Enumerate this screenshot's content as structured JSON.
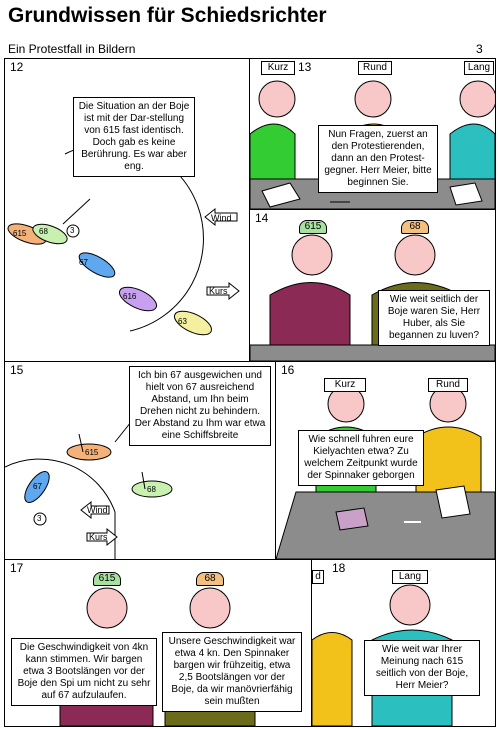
{
  "header": {
    "title": "Grundwissen für Schiedsrichter",
    "subtitle": "Ein Protestfall in Bildern",
    "page_number": "3"
  },
  "panels": {
    "p12": {
      "number": "12",
      "bubble": "Die Situation an der Boje ist mit der Dar-stellung von 615 fast identisch. Doch gab es keine Berührung. Es war aber eng.",
      "wind_label": "Wind",
      "course_label": "Kurs",
      "mark_label": "3",
      "boats": [
        "615",
        "68",
        "67",
        "616",
        "63"
      ]
    },
    "p13": {
      "number": "13",
      "hats": [
        "Kurz",
        "Rund",
        "Lang"
      ],
      "bubble": "Nun Fragen, zuerst an den Protestierenden, dann an den Protest-gegner. Herr Meier, bitte beginnen Sie."
    },
    "p14": {
      "number": "14",
      "hats": [
        "615",
        "68"
      ],
      "bubble": "Wie weit seitlich der Boje waren Sie, Herr Huber, als Sie begannen zu luven?"
    },
    "p15": {
      "number": "15",
      "bubble": "Ich bin 67 ausgewichen und hielt von 67 ausreichend Abstand, um Ihn beim Drehen nicht zu behindern. Der Abstand zu Ihm war etwa eine Schiffsbreite",
      "wind_label": "Wind",
      "course_label": "Kurs",
      "mark_label": "3",
      "boats": [
        "615",
        "67",
        "68"
      ]
    },
    "p16": {
      "number": "16",
      "hats": [
        "Kurz",
        "Rund"
      ],
      "bubble": "Wie schnell fuhren eure Kielyachten etwa? Zu welchem Zeitpunkt wurde der Spinnaker geborgen"
    },
    "p17": {
      "number": "17",
      "hats": [
        "615",
        "68"
      ],
      "bubble_left": "Die Geschwindigkeit von 4kn kann stimmen. Wir bargen etwa 3 Bootslängen vor der Boje den Spi um nicht zu sehr auf 67 aufzulaufen.",
      "bubble_right": "Unsere Geschwindigkeit war etwa 4 kn. Den Spinnaker bargen wir frühzeitig, etwa 2,5 Bootslängen vor der Boje, da wir manövrierfähig sein mußten"
    },
    "p18": {
      "number": "18",
      "hats": [
        "d",
        "Lang"
      ],
      "bubble": "Wie weit war Ihrer Meinung nach 615 seitlich von der Boje, Herr Meier?"
    }
  },
  "colors": {
    "green_jacket": "#33cc33",
    "yellow_jacket": "#f2c21a",
    "teal_jacket": "#2bbfbf",
    "maroon_jacket": "#8b2a55",
    "olive_jacket": "#6b6b1a",
    "table": "#8c8c8c",
    "boat_orange": "#f4b27a",
    "boat_green": "#c8f0b0",
    "boat_blue": "#5fa8f0",
    "boat_purple": "#c8a0f0",
    "boat_yellow": "#f4f0a0",
    "hat_green": "#a8e0a0",
    "hat_orange": "#f4c080"
  }
}
